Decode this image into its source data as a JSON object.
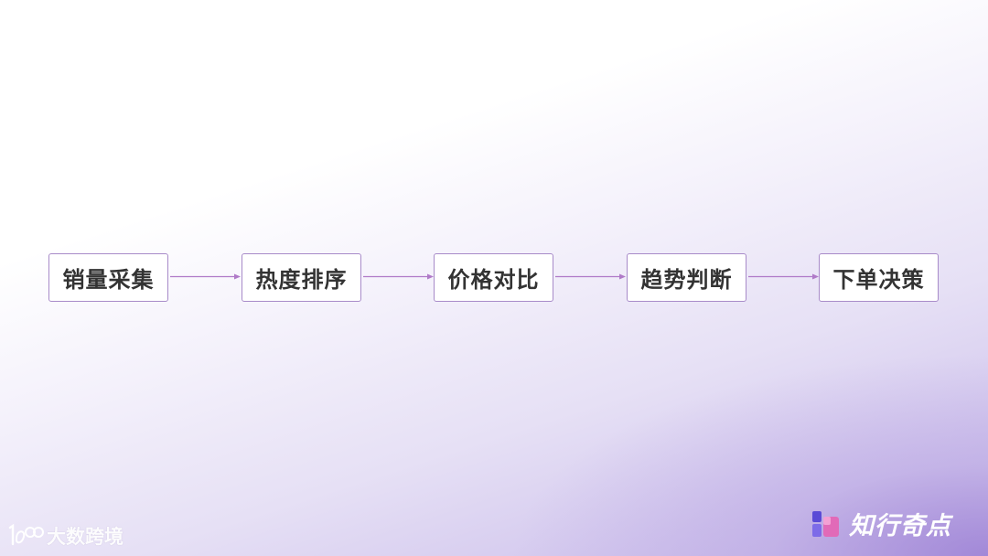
{
  "steps": [
    {
      "label": "销量采集"
    },
    {
      "label": "热度排序"
    },
    {
      "label": "价格对比"
    },
    {
      "label": "趋势判断"
    },
    {
      "label": "下单决策"
    }
  ],
  "colors": {
    "box_border": "#a88bc9",
    "arrow": "#b07ac8",
    "text": "#333333",
    "bg_accent": "#c6b8e8"
  },
  "watermark": {
    "logo_icon": "1688-logo-icon",
    "text": "大数跨境"
  },
  "brand": {
    "logo_icon": "zhixingqidian-logo-icon",
    "name": "知行奇点"
  }
}
